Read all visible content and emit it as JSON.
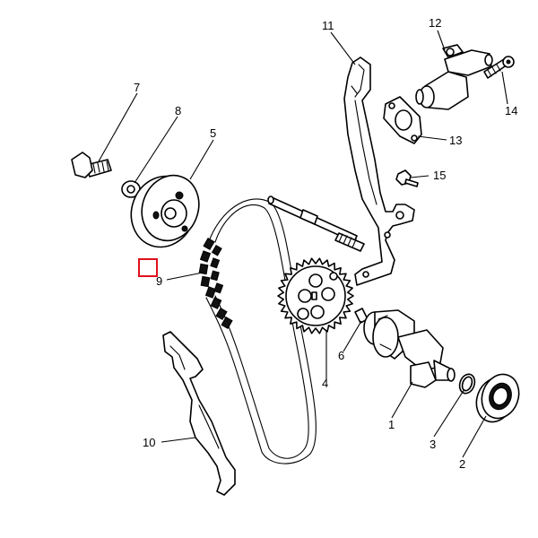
{
  "callouts": [
    {
      "id": "label-1",
      "text": "1"
    },
    {
      "id": "label-2",
      "text": "2"
    },
    {
      "id": "label-3",
      "text": "3"
    },
    {
      "id": "label-4",
      "text": "4"
    },
    {
      "id": "label-5",
      "text": "5"
    },
    {
      "id": "label-6",
      "text": "6"
    },
    {
      "id": "label-7",
      "text": "7"
    },
    {
      "id": "label-8",
      "text": "8"
    },
    {
      "id": "label-9",
      "text": "9"
    },
    {
      "id": "label-10",
      "text": "10"
    },
    {
      "id": "label-11",
      "text": "11"
    },
    {
      "id": "label-12",
      "text": "12"
    },
    {
      "id": "label-13",
      "text": "13"
    },
    {
      "id": "label-14",
      "text": "14"
    },
    {
      "id": "label-15",
      "text": "15"
    }
  ],
  "highlight": {
    "color": "#e0101c",
    "target": "9"
  }
}
